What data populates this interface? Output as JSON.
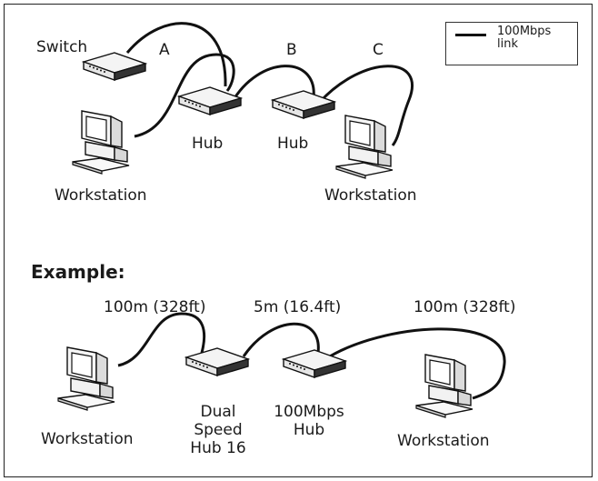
{
  "legend": {
    "text": "100Mbps\nlink"
  },
  "top": {
    "switch_label": "Switch",
    "segment_a": "A",
    "segment_b": "B",
    "segment_c": "C",
    "hub1_label": "Hub",
    "hub2_label": "Hub",
    "workstation_left": "Workstation",
    "workstation_right": "Workstation"
  },
  "example": {
    "heading": "Example:",
    "dist1": "100m (328ft)",
    "dist2": "5m (16.4ft)",
    "dist3": "100m (328ft)",
    "workstation_left": "Workstation",
    "hub_dual": "Dual\nSpeed\nHub 16",
    "hub_100": "100Mbps\nHub",
    "workstation_right": "Workstation"
  }
}
